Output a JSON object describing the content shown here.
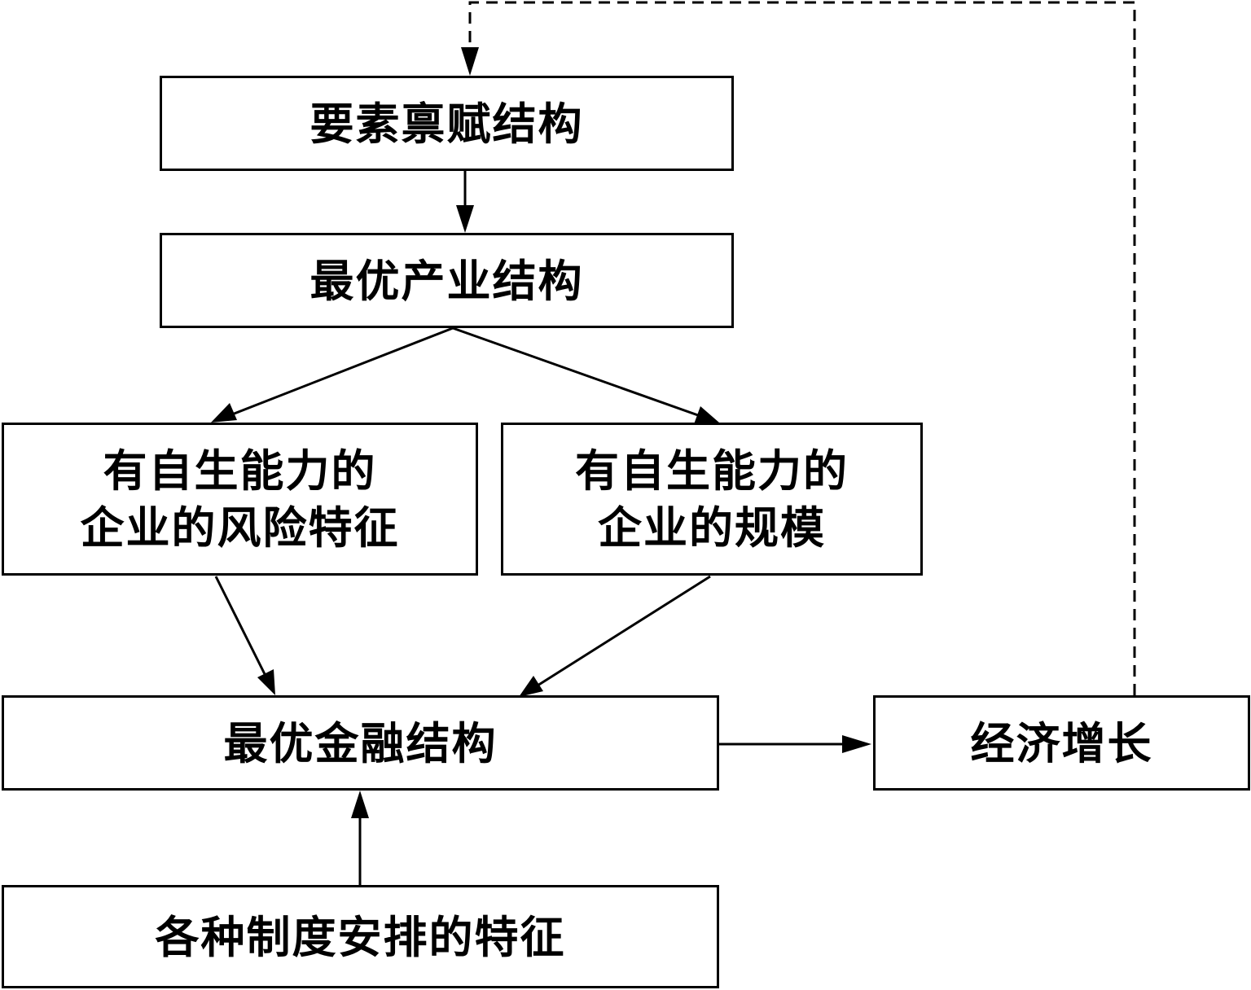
{
  "nodes": {
    "endowment": {
      "text": "要素禀赋结构"
    },
    "industry": {
      "text": "最优产业结构"
    },
    "risk": {
      "line1": "有自生能力的",
      "line2": "企业的风险特征"
    },
    "scale": {
      "line1": "有自生能力的",
      "line2": "企业的规模"
    },
    "finance": {
      "text": "最优金融结构"
    },
    "growth": {
      "text": "经济增长"
    },
    "institution": {
      "text": "各种制度安排的特征"
    }
  },
  "edges": [
    {
      "from": "endowment",
      "to": "industry",
      "style": "solid"
    },
    {
      "from": "industry",
      "to": "risk",
      "style": "solid"
    },
    {
      "from": "industry",
      "to": "scale",
      "style": "solid"
    },
    {
      "from": "risk",
      "to": "finance",
      "style": "solid"
    },
    {
      "from": "scale",
      "to": "finance",
      "style": "solid"
    },
    {
      "from": "institution",
      "to": "finance",
      "style": "solid"
    },
    {
      "from": "finance",
      "to": "growth",
      "style": "solid"
    },
    {
      "from": "growth",
      "to": "endowment",
      "style": "dashed"
    }
  ],
  "colors": {
    "stroke": "#000000",
    "fill": "#ffffff",
    "text": "#000000"
  }
}
